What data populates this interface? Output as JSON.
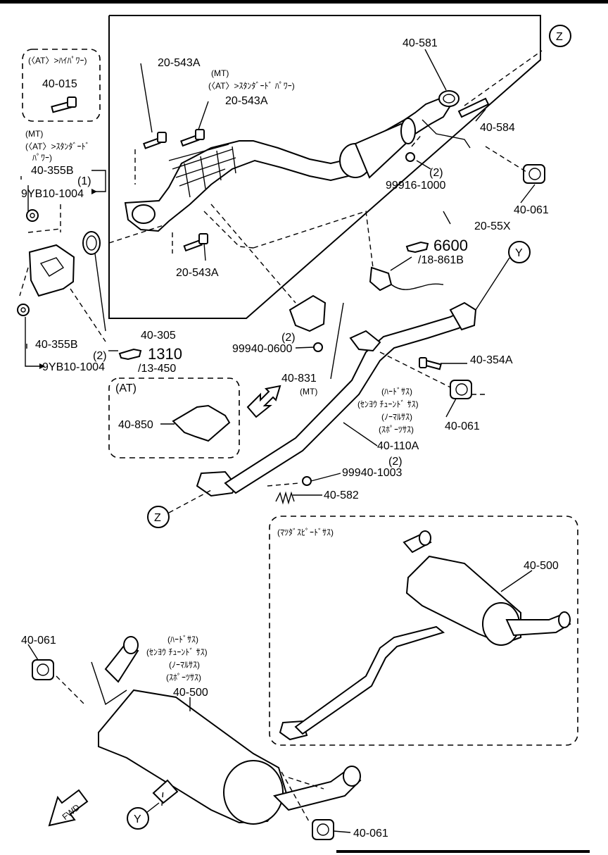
{
  "labels": {
    "at_high_power": "(〈AT〉>ﾊｲﾊﾟﾜｰ)",
    "p_40_015": "40-015",
    "mt_std_line1": "(MT)",
    "mt_std_line2": "(〈AT〉>ｽﾀﾝﾀﾞｰﾄﾞ",
    "mt_std_line3": "ﾊﾟﾜｰ)",
    "p_40_355b_top": "40-355B",
    "qty_1": "(1)",
    "p_9yb10_1004_top": "9YB10-1004",
    "p_20_543a_top": "20-543A",
    "mt_at_line1": "(MT)",
    "mt_at_line2": "(〈AT〉>ｽﾀﾝﾀﾞｰﾄﾞ ﾊﾟﾜｰ)",
    "p_20_543a_mid": "20-543A",
    "p_20_543a_bot": "20-543A",
    "p_40_581": "40-581",
    "marker_z": "Z",
    "p_40_584": "40-584",
    "qty_2a": "(2)",
    "p_99916_1000": "99916-1000",
    "p_40_061_a": "40-061",
    "p_20_55x": "20-55X",
    "ref_6600": "6600",
    "ref_18_861b": "/18-861B",
    "marker_y": "Y",
    "p_40_305": "40-305",
    "p_40_355b_bot": "40-355B",
    "qty_2b": "(2)",
    "ref_1310": "1310",
    "ref_13_450": "/13-450",
    "p_9yb10_1004_bot": "9YB10-1004",
    "qty_2c": "(2)",
    "p_99940_0600": "99940-0600",
    "p_40_831": "40-831",
    "mt_tag": "(MT)",
    "p_40_354a": "40-354A",
    "at_tag": "(AT)",
    "p_40_850": "40-850",
    "susp_line1": "(ﾊｰﾄﾞｻｽ)",
    "susp_line2": "(ｾﾝﾖｳ ﾁｭｰﾝﾄﾞ ｻｽ)",
    "susp_line3": "(ﾉｰﾏﾙｻｽ)",
    "susp_line4": "(ｽﾎﾟｰﾂｻｽ)",
    "p_40_061_b": "40-061",
    "p_40_110a": "40-110A",
    "qty_2d": "(2)",
    "p_99940_1003": "99940-1003",
    "p_40_582": "40-582",
    "marker_z2": "Z",
    "mazda_speed": "(ﾏﾂﾀﾞｽﾋﾟｰﾄﾞｻｽ)",
    "p_40_500_right": "40-500",
    "p_40_061_c": "40-061",
    "susp2_line1": "(ﾊｰﾄﾞｻｽ)",
    "susp2_line2": "(ｾﾝﾖｳ ﾁｭｰﾝﾄﾞ ｻｽ)",
    "susp2_line3": "(ﾉｰﾏﾙｻｽ)",
    "susp2_line4": "(ｽﾎﾟｰﾂｻｽ)",
    "p_40_500_left": "40-500",
    "fwd": "FWD",
    "marker_y2": "Y",
    "p_40_061_d": "40-061"
  }
}
